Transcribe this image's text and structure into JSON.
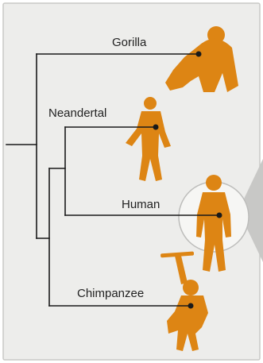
{
  "colors": {
    "panel_background": "#ededeb",
    "panel_border": "#c9c9c6",
    "branch": "#1a1a1a",
    "silhouette": "#dd8514",
    "highlight_fill": "#f6f6f4",
    "highlight_stroke": "#bdbdbb"
  },
  "tree": {
    "taxa": [
      {
        "key": "gorilla",
        "label": "Gorilla",
        "icon": "gorilla-silhouette-icon"
      },
      {
        "key": "neandertal",
        "label": "Neandertal",
        "icon": "neandertal-silhouette-icon"
      },
      {
        "key": "human",
        "label": "Human",
        "icon": "human-silhouette-icon",
        "highlighted": true
      },
      {
        "key": "chimpanzee",
        "label": "Chimpanzee",
        "icon": "chimpanzee-silhouette-icon"
      }
    ]
  }
}
